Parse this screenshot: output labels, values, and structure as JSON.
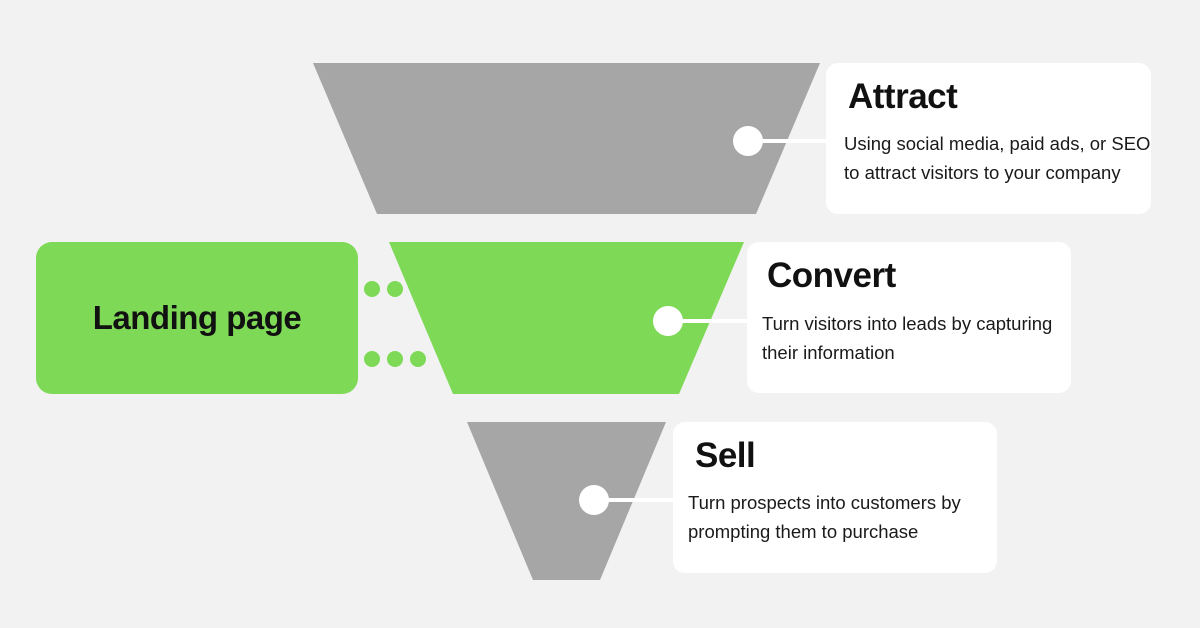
{
  "colors": {
    "background": "#f2f2f2",
    "funnel_gray": "#a6a6a6",
    "funnel_green": "#7ed957",
    "card_background": "#ffffff",
    "connector": "#ffffff"
  },
  "funnel": {
    "stages": [
      {
        "title": "Attract",
        "description_lines": [
          "Using social media, paid ads, or SEO",
          "to attract visitors to your company"
        ],
        "color": "#a6a6a6"
      },
      {
        "title": "Convert",
        "description_lines": [
          "Turn visitors into leads by capturing",
          "their information"
        ],
        "color": "#7ed957"
      },
      {
        "title": "Sell",
        "description_lines": [
          "Turn prospects into customers by",
          "prompting them to purchase"
        ],
        "color": "#a6a6a6"
      }
    ],
    "landing_page": {
      "label": "Landing page",
      "color": "#7ed957"
    }
  }
}
